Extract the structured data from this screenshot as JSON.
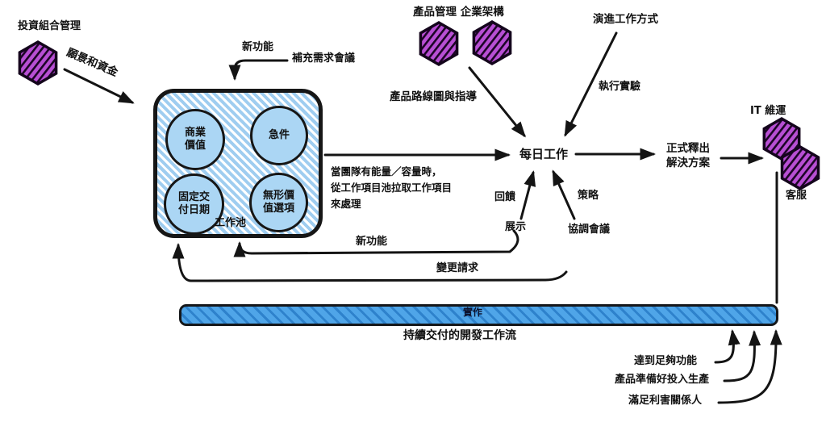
{
  "diagram": {
    "portfolio": {
      "label": "投資組合管理"
    },
    "vision_funding_label": "願景和資金",
    "top": {
      "new_features": "新功能",
      "replenishment_meeting": "補充需求會議"
    },
    "product_mgmt": {
      "label": "產品管理 企業架構",
      "roadmap_label": "產品路線圖與指導"
    },
    "evolve": {
      "label": "演進工作方式",
      "experiments_label": "執行實驗"
    },
    "pool": {
      "label": "工作池",
      "classes": [
        {
          "line1": "商業",
          "line2": "價值"
        },
        {
          "line1": "急件",
          "line2": ""
        },
        {
          "line1": "固定交",
          "line2": "付日期"
        },
        {
          "line1": "無形價",
          "line2": "值選項"
        }
      ]
    },
    "pull_note": {
      "line1": "當團隊有能量／容量時，",
      "line2": "從工作項目池拉取工作項目",
      "line3": "來處理"
    },
    "daily_work": "每日工作",
    "feedback": {
      "feedback_label": "回饋",
      "demo_label": "展示",
      "strategy_label": "策略",
      "coordination_meeting": "協調會議",
      "new_features_return": "新功能",
      "change_requests": "變更請求"
    },
    "release": {
      "line1": "正式釋出",
      "line2": "解決方案",
      "it_ops": "IT 維運",
      "support": "客服"
    },
    "cadence_bar": {
      "label": "實作",
      "subtitle": "持續交付的開發工作流"
    },
    "criteria": [
      "達到足夠功能",
      "產品準備好投入生產",
      "滿足利害關係人"
    ],
    "colors": {
      "hexagon_fill": "#b84fd4",
      "pool_blue": "#9fcdf0",
      "circle_blue": "#abd6f4",
      "bar_blue": "#4fa5e8",
      "ink": "#141414"
    }
  }
}
